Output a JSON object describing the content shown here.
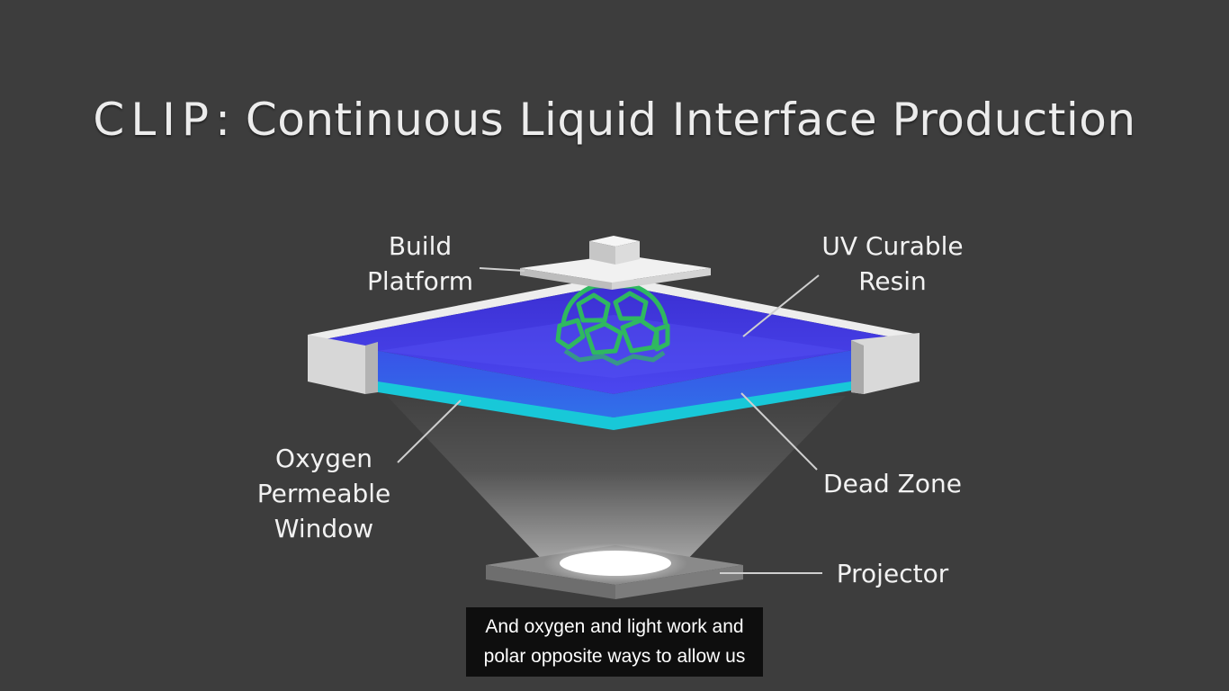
{
  "title": {
    "prefix": "CLIP",
    "rest": ": Continuous Liquid Interface Production"
  },
  "labels": {
    "build_platform": "Build\nPlatform",
    "uv_resin": "UV Curable\nResin",
    "oxygen_window": "Oxygen\nPermeable\nWindow",
    "dead_zone": "Dead Zone",
    "projector": "Projector"
  },
  "caption": {
    "line1": "And oxygen and light work and",
    "line2": "polar opposite ways to allow us"
  },
  "colors": {
    "background": "#3d3d3d",
    "resin": "#3c36e6",
    "window": "#18c8d8",
    "part": "#2fb860",
    "platform": "#e2e2e2",
    "text": "#f2f2f2"
  }
}
